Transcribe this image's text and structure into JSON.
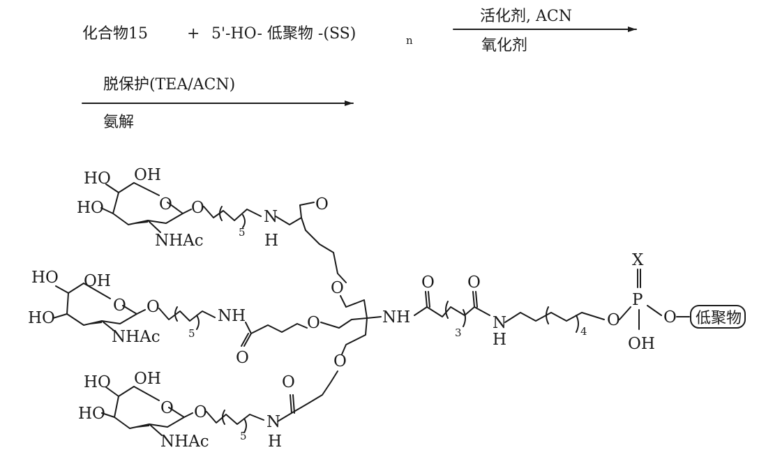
{
  "scheme": {
    "reaction_step1": {
      "reactant_a": "化合物15",
      "plus": "+",
      "reactant_b": "5'-HO- 低聚物 -(SS)",
      "reactant_b_subscript": "n",
      "arrow_above": "活化剂, ACN",
      "arrow_below": "氧化剂"
    },
    "reaction_step2": {
      "arrow_above": "脱保护(TEA/ACN)",
      "arrow_below": "氨解"
    },
    "product": {
      "sugar_1": {
        "ho_top_left": "HO",
        "oh_top": "OH",
        "ho_left": "HO",
        "ring_o": "O",
        "glyco_o": "O",
        "nhac": "NHAc",
        "chain_sub": "5",
        "amide_n": "N",
        "amide_h": "H",
        "amide_o": "O"
      },
      "sugar_2": {
        "ho_top_left": "HO",
        "oh_top": "OH",
        "ho_left": "HO",
        "ring_o": "O",
        "glyco_o": "O",
        "nhac": "NHAc",
        "chain_sub": "5",
        "nh": "NH",
        "amide_o": "O"
      },
      "sugar_3": {
        "ho_top_left": "HO",
        "oh_top": "OH",
        "ho_left": "HO",
        "ring_o": "O",
        "glyco_o": "O",
        "nhac": "NHAc",
        "chain_sub": "5",
        "amide_n": "N",
        "amide_h": "H",
        "amide_o": "O"
      },
      "core": {
        "ether_o_top": "O",
        "ether_o_mid": "O",
        "ether_o_bottom": "O",
        "nh": "NH"
      },
      "linker": {
        "carbonyl_o_1": "O",
        "carbonyl_o_2": "O",
        "chain_sub_3": "3",
        "amide_n": "N",
        "amide_h": "H",
        "chain_sub_4": "4",
        "ester_o": "O",
        "phosphorus": "P",
        "x": "X",
        "po_o": "O",
        "oh": "OH",
        "oligomer": "低聚物"
      }
    }
  }
}
